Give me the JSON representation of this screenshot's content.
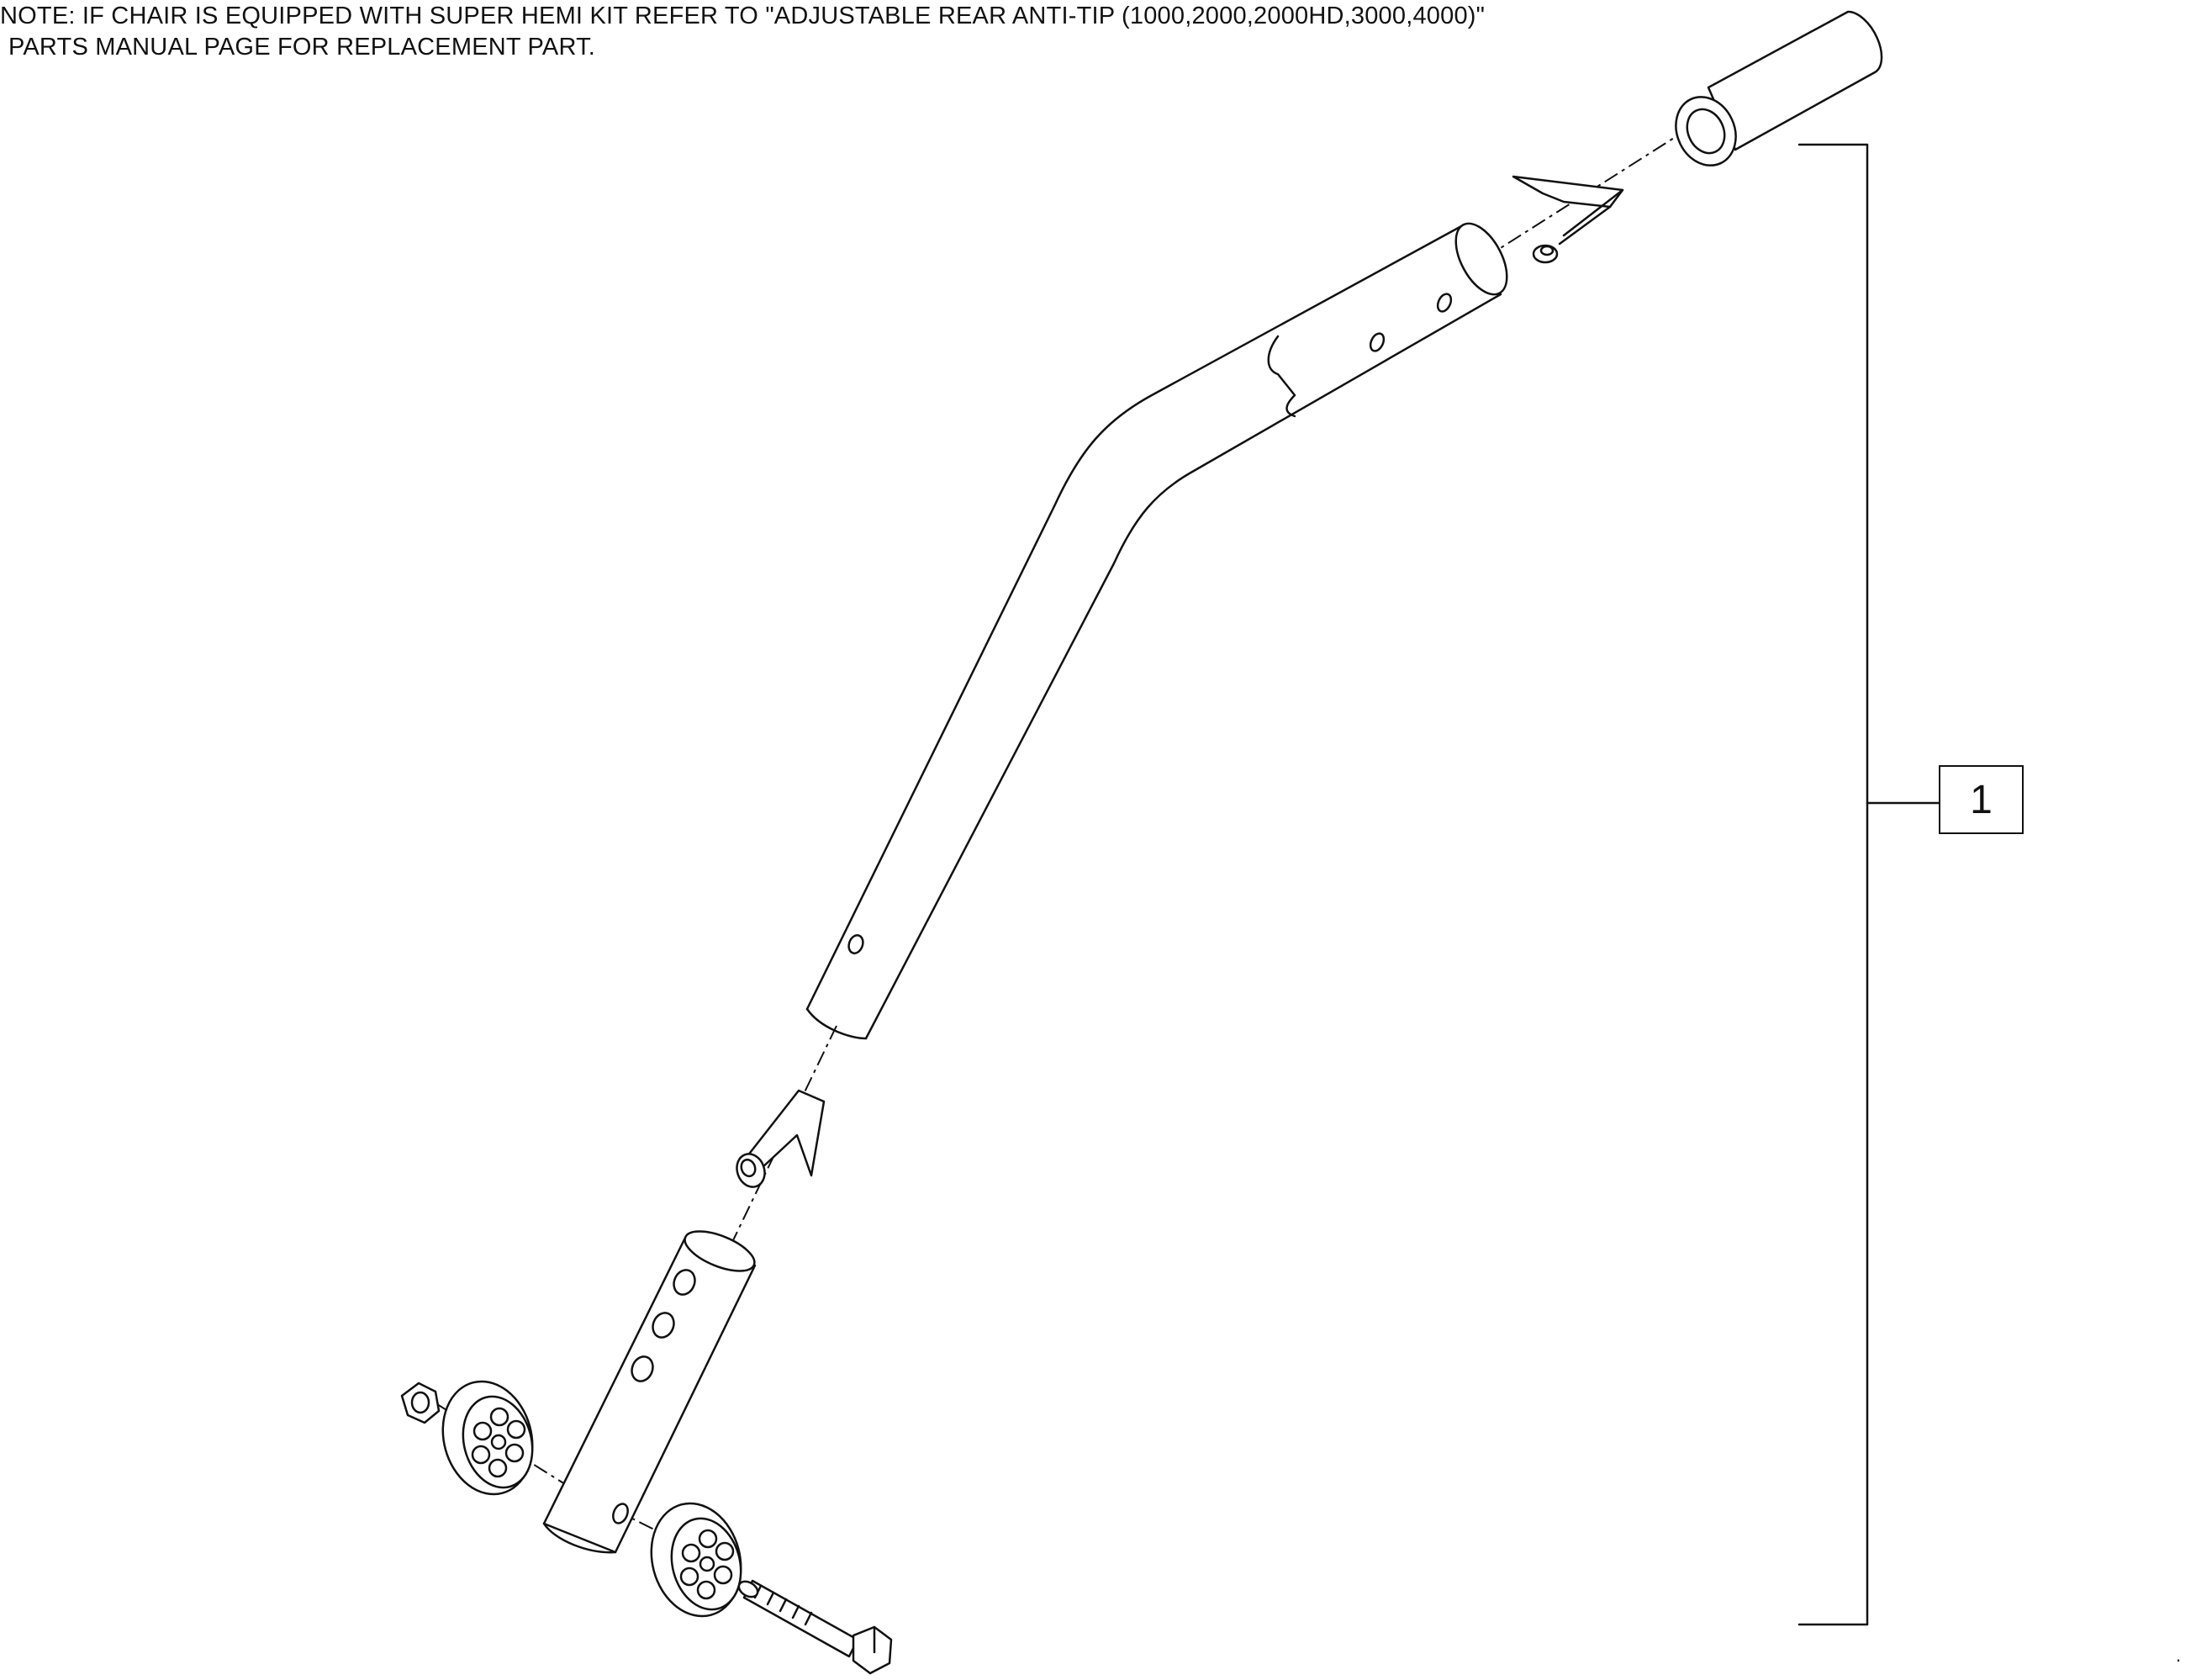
{
  "note": {
    "line1": "NOTE: IF CHAIR IS EQUIPPED WITH SUPER HEMI KIT REFER TO \"ADJUSTABLE REAR ANTI-TIP (1000,2000,2000HD,3000,4000)\"",
    "line2": "PARTS MANUAL PAGE FOR REPLACEMENT PART."
  },
  "callout": {
    "number": "1"
  },
  "stray_mark": "."
}
